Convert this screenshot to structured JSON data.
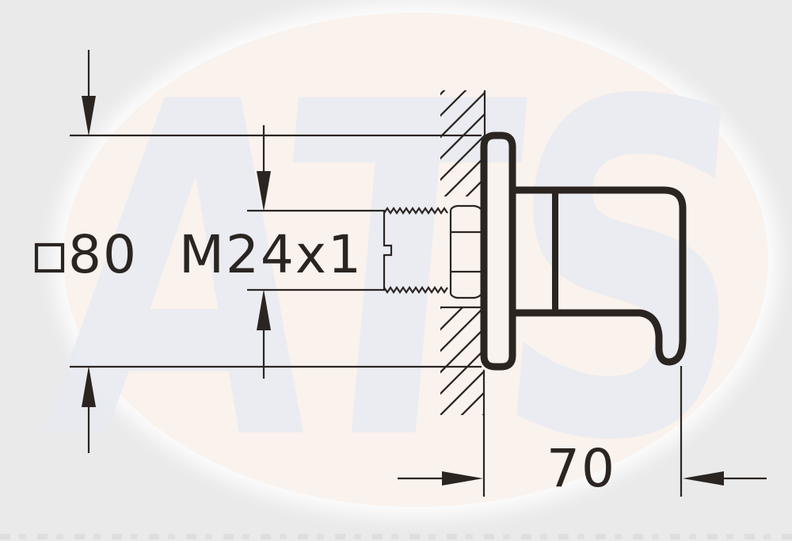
{
  "labels": {
    "side_symbol": "□",
    "side_value": "80",
    "thread": "M24x1",
    "depth": "70"
  },
  "watermark": {
    "letters": "ATS"
  },
  "colors": {
    "background": "#eaeaea",
    "ellipse": "#faf2ec",
    "ink": "#2b2522",
    "watermark": "#e8ebf2"
  }
}
